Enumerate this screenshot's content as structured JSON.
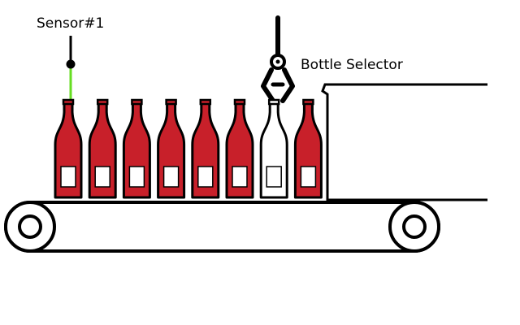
{
  "labels": {
    "sensor": "Sensor#1",
    "selector": "Bottle Selector"
  },
  "bottles": [
    {
      "state": "filled"
    },
    {
      "state": "filled"
    },
    {
      "state": "filled"
    },
    {
      "state": "filled"
    },
    {
      "state": "filled"
    },
    {
      "state": "filled"
    },
    {
      "state": "empty"
    },
    {
      "state": "filled"
    }
  ],
  "colors": {
    "filled": "#c8202a",
    "empty": "#ffffff",
    "outline": "#000000",
    "sensor_beam": "#66dd22",
    "label_patch": "#ffffff"
  }
}
